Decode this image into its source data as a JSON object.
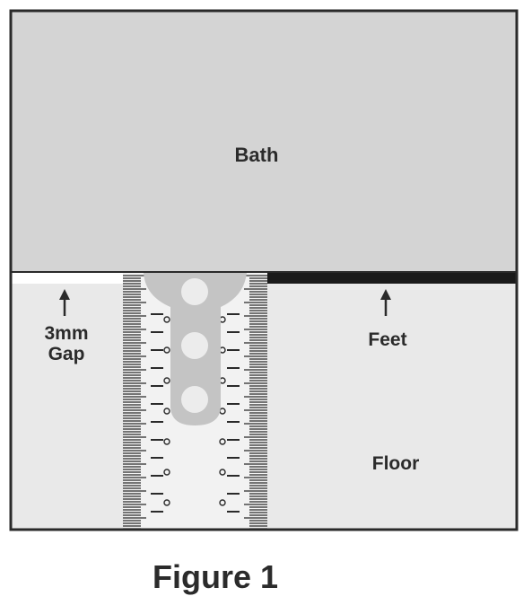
{
  "diagram": {
    "labels": {
      "bath": "Bath",
      "gap_line1": "3mm",
      "gap_line2": "Gap",
      "feet": "Feet",
      "floor": "Floor"
    },
    "caption": "Figure 1",
    "colors": {
      "bath_fill": "#d4d4d4",
      "wall_fill": "#e9e9e9",
      "outline": "#2a2a2a",
      "ruler_fill": "#f2f2f2",
      "ruler_tab": "#c4c4c4"
    }
  }
}
